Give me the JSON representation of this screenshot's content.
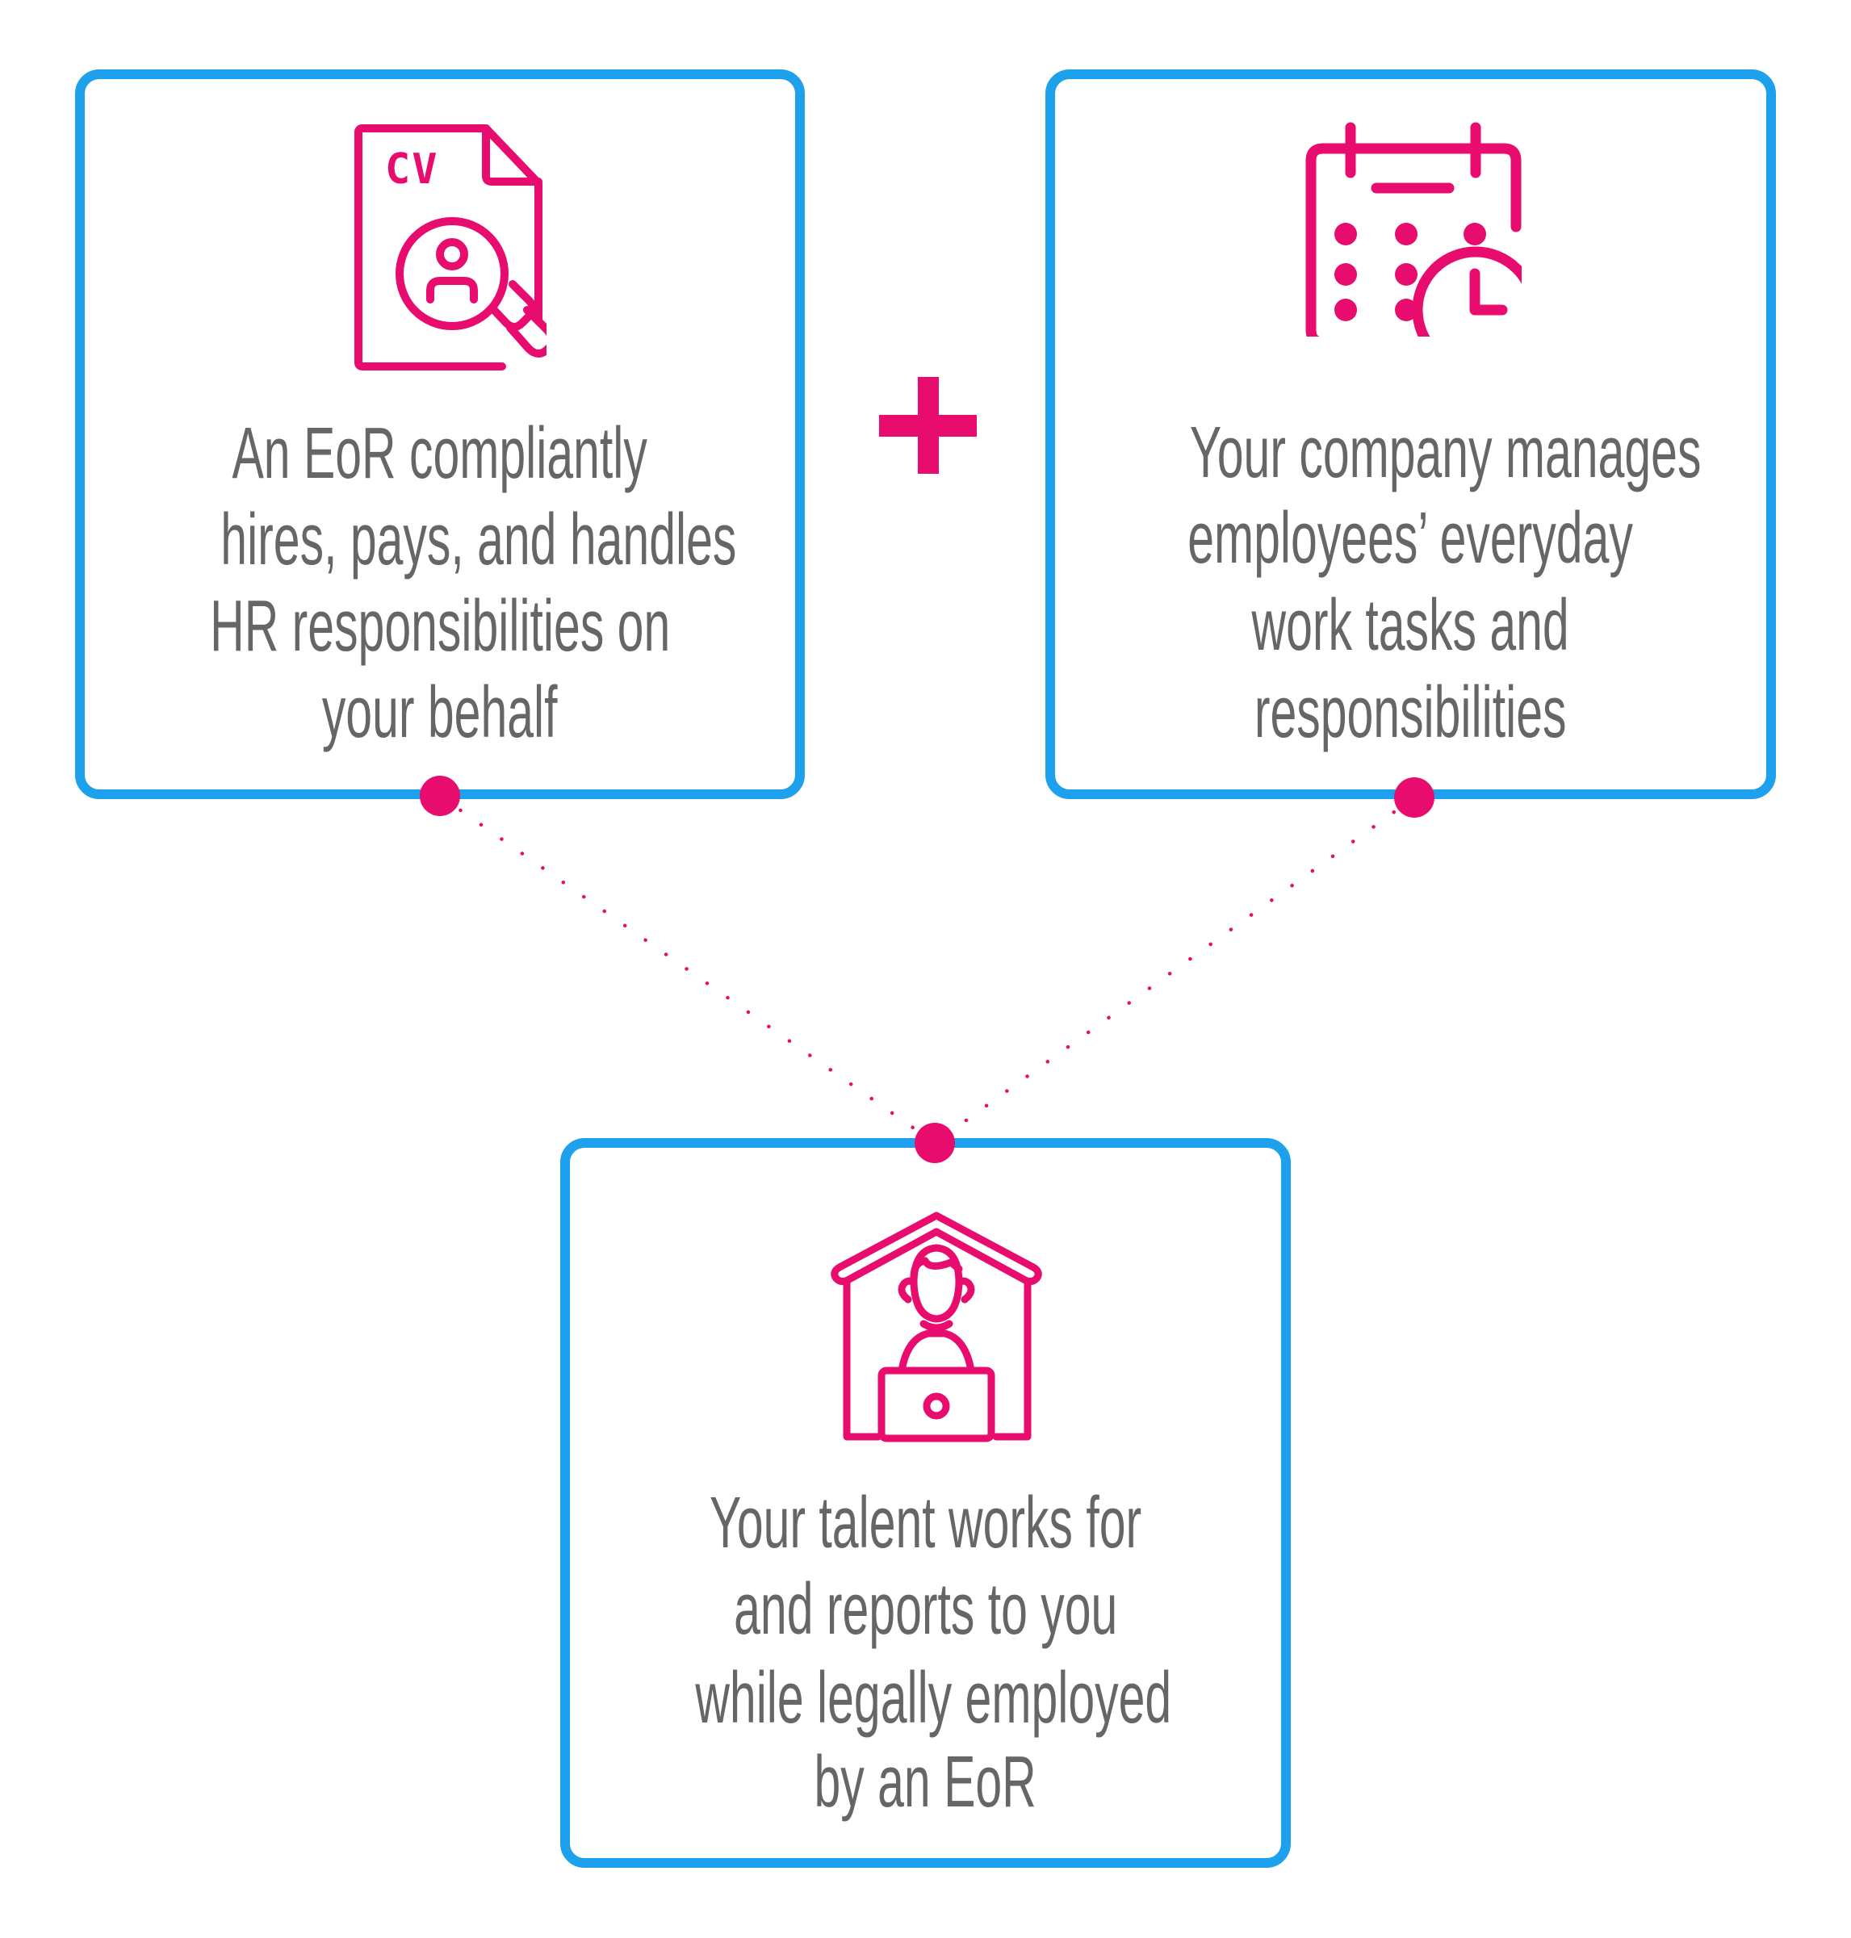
{
  "colors": {
    "accent": "#E80C6E",
    "border": "#1DA1EC",
    "text": "#666666",
    "background": "#FFFFFF"
  },
  "cards": {
    "eor": {
      "icon": "cv-search-icon",
      "icon_text": "CV",
      "lines": [
        "An EoR compliantly",
        "hires, pays, and handles",
        "HR responsibilities on",
        "your behalf"
      ]
    },
    "company": {
      "icon": "calendar-clock-icon",
      "lines": [
        "Your company manages",
        "employees’ everyday",
        "work tasks and",
        "responsibilities"
      ]
    },
    "talent": {
      "icon": "remote-worker-home-icon",
      "lines": [
        "Your talent works for",
        "and reports to you",
        "while legally employed",
        "by an EoR"
      ]
    }
  },
  "operator": {
    "symbol": "plus-icon"
  }
}
